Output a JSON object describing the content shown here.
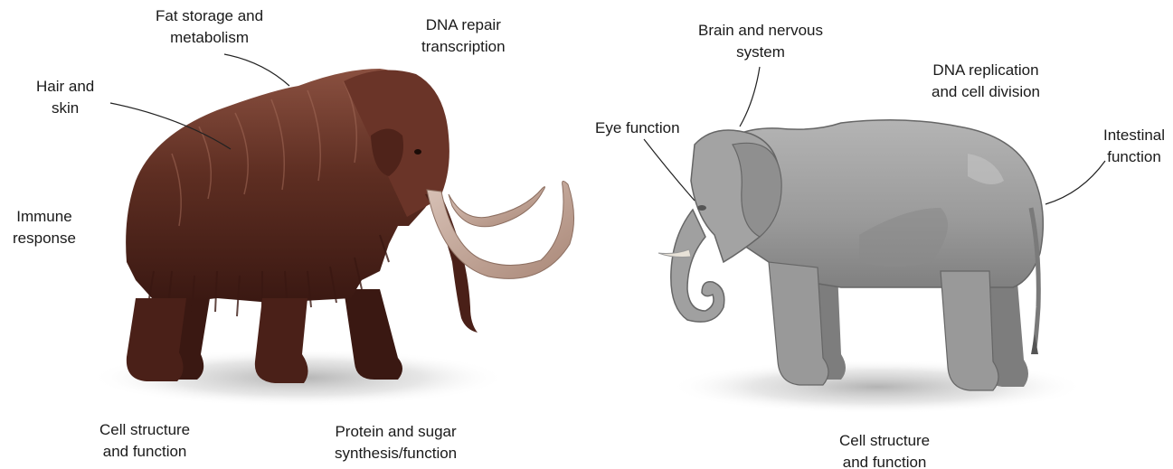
{
  "mammoth": {
    "labels": {
      "fat": [
        "Fat storage and",
        "metabolism"
      ],
      "dna_repair": [
        "DNA repair",
        "transcription"
      ],
      "hair": [
        "Hair and",
        "skin"
      ],
      "immune": [
        "Immune",
        "response"
      ],
      "cell": [
        "Cell structure",
        "and function"
      ],
      "protein": [
        "Protein and sugar",
        "synthesis/function"
      ]
    }
  },
  "elephant": {
    "labels": {
      "brain": [
        "Brain and nervous",
        "system"
      ],
      "dna_replication": [
        "DNA replication",
        "and cell division"
      ],
      "eye": [
        "Eye function"
      ],
      "intestinal": [
        "Intestinal",
        "function"
      ],
      "cell": [
        "Cell structure",
        "and function"
      ]
    }
  },
  "colors": {
    "mammoth_fur": "#5a2c1f",
    "mammoth_dark": "#3a1a12",
    "tusk": "#b89a8c",
    "elephant_body": "#9b9b9b",
    "elephant_dark": "#7d7d7d",
    "leader_line": "#222222"
  }
}
